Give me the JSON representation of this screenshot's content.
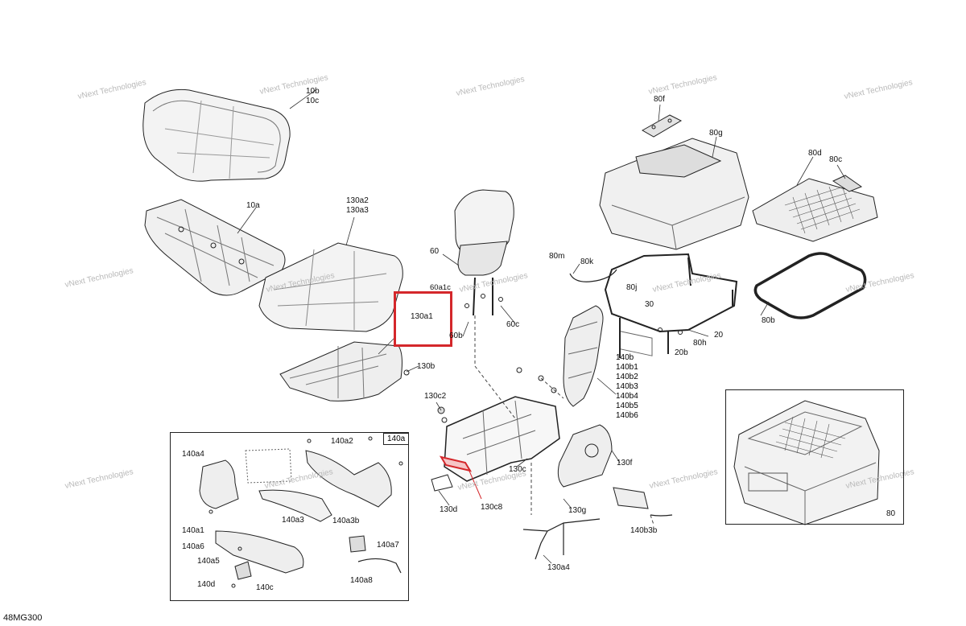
{
  "drawing_code": "48MG300",
  "watermark": {
    "line1": "vNext",
    "line2": "Technologies",
    "full": "vNext Technologies"
  },
  "inset_label": "140a",
  "detail_label": "80",
  "highlight_label": "130a1",
  "highlight_color": "#d4272b",
  "labels": {
    "l_10b": "10b",
    "l_10c": "10c",
    "l_10a": "10a",
    "l_130a2": "130a2",
    "l_130a3": "130a3",
    "l_130b": "130b",
    "l_60": "60",
    "l_60a1c": "60a1c",
    "l_60b": "60b",
    "l_60c": "60c",
    "l_80f": "80f",
    "l_80g": "80g",
    "l_80d": "80d",
    "l_80c": "80c",
    "l_80m": "80m",
    "l_80k": "80k",
    "l_80j": "80j",
    "l_30": "30",
    "l_20": "20",
    "l_20b": "20b",
    "l_80h": "80h",
    "l_80b": "80b",
    "l_130c2": "130c2",
    "l_130c": "130c",
    "l_130c8": "130c8",
    "l_130d": "130d",
    "l_130f": "130f",
    "l_130g": "130g",
    "l_130a4": "130a4",
    "l_140b3b": "140b3b",
    "l_140a4": "140a4",
    "l_140a2": "140a2",
    "l_140a3": "140a3",
    "l_140a3b": "140a3b",
    "l_140a1": "140a1",
    "l_140a6": "140a6",
    "l_140a5": "140a5",
    "l_140d": "140d",
    "l_140c": "140c",
    "l_140a7": "140a7",
    "l_140a8": "140a8"
  },
  "stack_140b": [
    "140b",
    "140b1",
    "140b2",
    "140b3",
    "140b4",
    "140b5",
    "140b6"
  ]
}
